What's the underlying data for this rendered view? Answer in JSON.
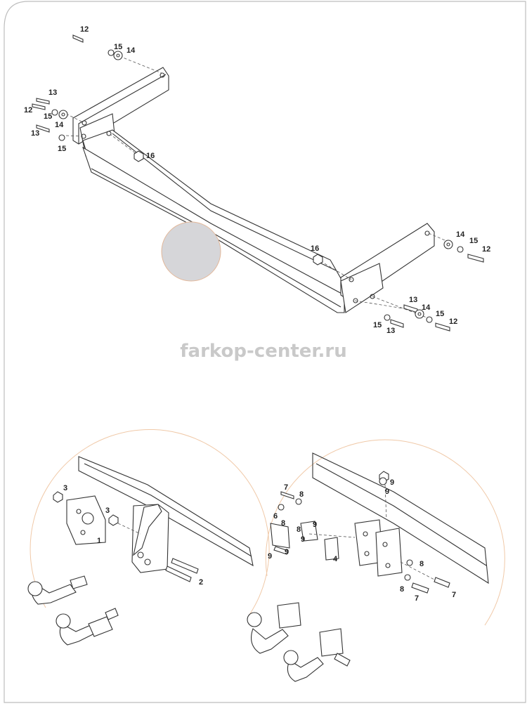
{
  "watermark": "farkop-center.ru",
  "colors": {
    "frame": "#bdbdbd",
    "circle_outline": "#f0c9a8",
    "gray_disc": "#d6d6d9",
    "line": "#333333"
  },
  "callouts": {
    "top": [
      "12",
      "15",
      "14",
      "13",
      "12",
      "15",
      "14",
      "13",
      "15",
      "16",
      "16",
      "14",
      "15",
      "12",
      "13",
      "14",
      "15",
      "12",
      "15",
      "13"
    ],
    "left_detail": [
      "3",
      "3",
      "1",
      "2"
    ],
    "right_detail": [
      "9",
      "9",
      "7",
      "8",
      "6",
      "8",
      "8",
      "9",
      "9",
      "9",
      "9",
      "4",
      "8",
      "8",
      "7",
      "7"
    ]
  }
}
